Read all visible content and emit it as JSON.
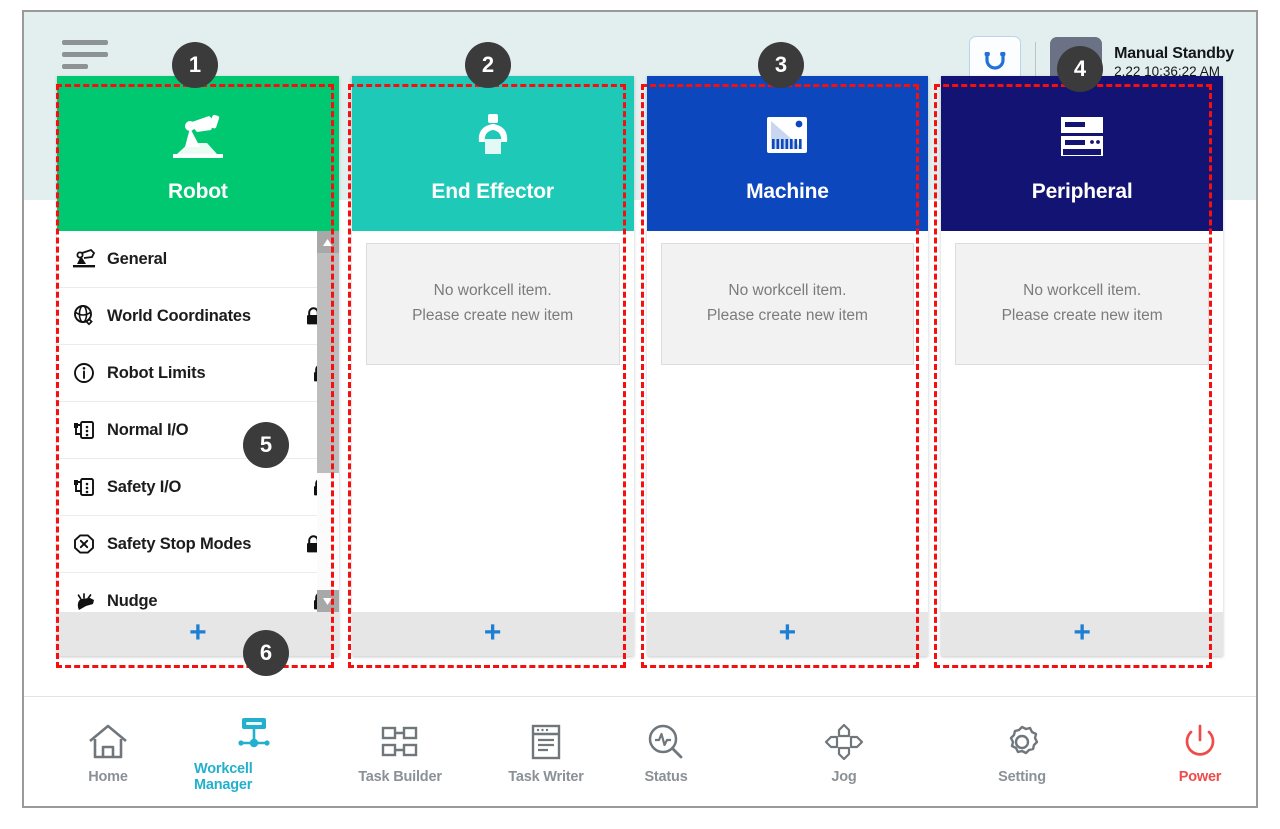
{
  "window": {
    "menu_icon": "hamburger-menu-icon"
  },
  "header": {
    "home_icon": "robot-home-icon",
    "mode_icon": "manual-hand-icon",
    "mode_title": "Manual Standby",
    "mode_datetime": "2.22 10:36:22 AM"
  },
  "columns": [
    {
      "key": "robot",
      "title": "Robot",
      "icon": "robot-arm-icon",
      "color": "#00c871",
      "type": "list",
      "add_label": "+",
      "items": [
        {
          "label": "General",
          "icon": "robot-arm-small-icon",
          "locked": false,
          "lock_pad": false
        },
        {
          "label": "World Coordinates",
          "icon": "globe-coordinates-icon",
          "locked": true,
          "lock_pad": false
        },
        {
          "label": "Robot Limits",
          "icon": "limits-circle-icon",
          "locked": true,
          "lock_pad": true
        },
        {
          "label": "Normal I/O",
          "icon": "io-port-icon",
          "locked": false,
          "lock_pad": false
        },
        {
          "label": "Safety I/O",
          "icon": "io-port-icon",
          "locked": true,
          "lock_pad": true
        },
        {
          "label": "Safety Stop Modes",
          "icon": "stop-octagon-icon",
          "locked": true,
          "lock_pad": false
        },
        {
          "label": "Nudge",
          "icon": "nudge-hand-icon",
          "locked": true,
          "lock_pad": true
        }
      ]
    },
    {
      "key": "end-effector",
      "title": "End Effector",
      "icon": "gripper-icon",
      "color": "#1ec9b7",
      "type": "empty",
      "add_label": "+",
      "empty_line1": "No workcell item.",
      "empty_line2": "Please create new item"
    },
    {
      "key": "machine",
      "title": "Machine",
      "icon": "machine-icon",
      "color": "#0d47be",
      "type": "empty",
      "add_label": "+",
      "empty_line1": "No workcell item.",
      "empty_line2": "Please create new item"
    },
    {
      "key": "peripheral",
      "title": "Peripheral",
      "icon": "server-rack-icon",
      "color": "#131373",
      "type": "empty",
      "add_label": "+",
      "empty_line1": "No workcell item.",
      "empty_line2": "Please create new item"
    }
  ],
  "bottom_nav": {
    "left": [
      {
        "label": "Home",
        "icon": "home-icon",
        "active": false
      },
      {
        "label": "Workcell Manager",
        "icon": "workcell-manager-icon",
        "active": true
      },
      {
        "label": "Task Builder",
        "icon": "task-builder-icon",
        "active": false
      },
      {
        "label": "Task Writer",
        "icon": "task-writer-icon",
        "active": false
      }
    ],
    "right": [
      {
        "label": "Status",
        "icon": "status-magnifier-icon",
        "active": false,
        "power": false
      },
      {
        "label": "Jog",
        "icon": "jog-arrows-icon",
        "active": false,
        "power": false
      },
      {
        "label": "Setting",
        "icon": "gear-icon",
        "active": false,
        "power": false
      },
      {
        "label": "Power",
        "icon": "power-icon",
        "active": false,
        "power": true
      }
    ]
  },
  "annotations": {
    "badges": [
      {
        "num": "1"
      },
      {
        "num": "2"
      },
      {
        "num": "3"
      },
      {
        "num": "4"
      },
      {
        "num": "5"
      },
      {
        "num": "6"
      }
    ]
  }
}
